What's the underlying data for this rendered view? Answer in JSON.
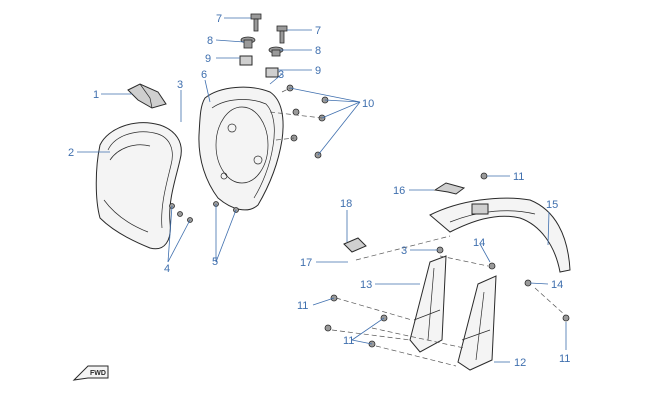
{
  "callouts": {
    "c1": "1",
    "c2": "2",
    "c3a": "3",
    "c3b": "3",
    "c3c": "3",
    "c4": "4",
    "c5": "5",
    "c6": "6",
    "c7a": "7",
    "c7b": "7",
    "c8a": "8",
    "c8b": "8",
    "c9a": "9",
    "c9b": "9",
    "c10": "10",
    "c11a": "11",
    "c11b": "11",
    "c11c": "11",
    "c11d": "11",
    "c12": "12",
    "c13": "13",
    "c14a": "14",
    "c14b": "14",
    "c15": "15",
    "c16": "16",
    "c17": "17",
    "c18": "18"
  },
  "fwd_label": "FWD",
  "colors": {
    "callout": "#3f6fae",
    "line": "#2a2a2a"
  }
}
